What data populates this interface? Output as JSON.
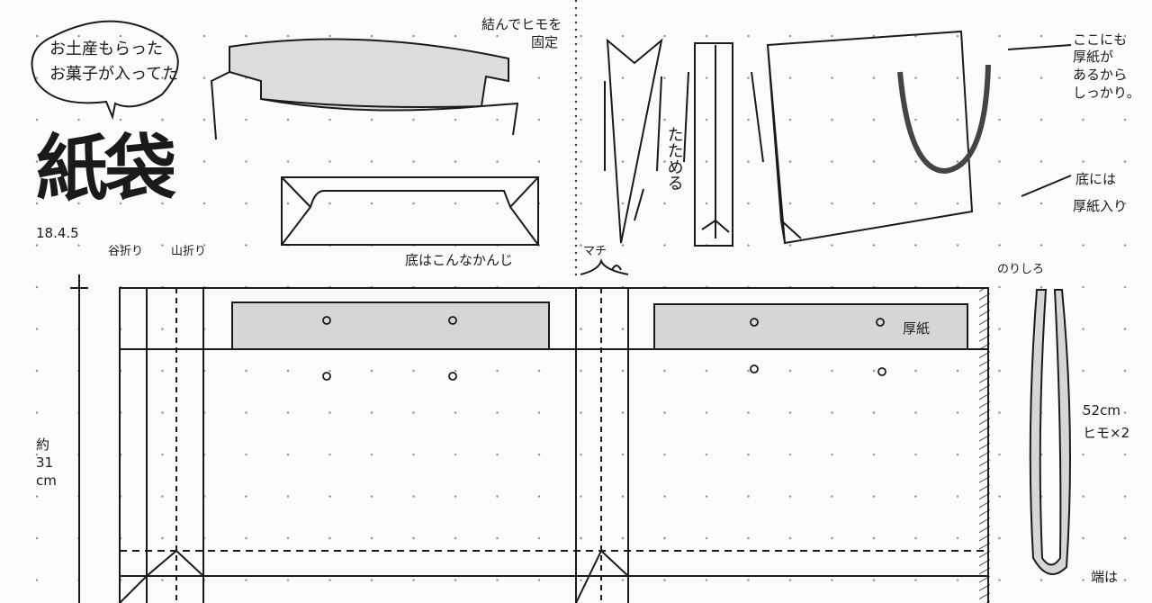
{
  "title": "紙袋",
  "date": "18.4.5",
  "speech_bubble": [
    "お土産もらった",
    "お菓子が入ってた"
  ],
  "notes": {
    "tie_string": [
      "結んでヒモを",
      "固定"
    ],
    "bottom_view": "底はこんなかんじ",
    "valley_fold": "谷折り",
    "mountain_fold": "山折り",
    "gusset": "マチ",
    "foldable": "たためる",
    "top_cardboard": [
      "ここにも",
      "厚紙が",
      "あるから",
      "しっかり。"
    ],
    "bottom_cardboard": [
      "底には",
      "厚紙入り"
    ],
    "glue_margin": "のりしろ",
    "cardboard": "厚紙",
    "height": [
      "約",
      "31",
      "cm"
    ],
    "string_length": [
      "52cm",
      "ヒモ×2"
    ],
    "string_end": "端は"
  },
  "colors": {
    "ink": "#1a1a1a",
    "shade": "#d4d4d4",
    "paper": "#fbfbfa",
    "dot": "#9a9a9a"
  }
}
